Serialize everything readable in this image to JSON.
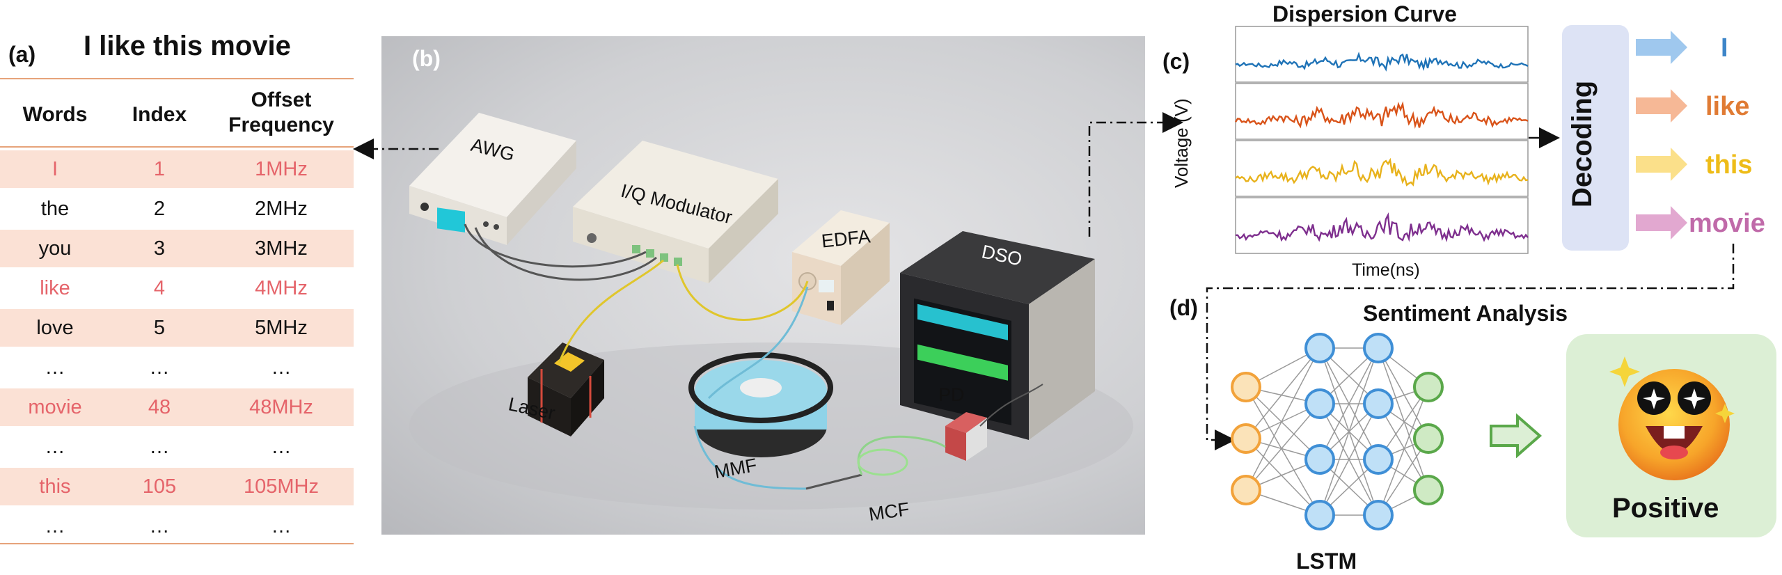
{
  "panel_labels": {
    "a": "(a)",
    "b": "(b)",
    "c": "(c)",
    "d": "(d)"
  },
  "panel_a": {
    "title": "I like this movie",
    "headers": [
      "Words",
      "Index",
      "Offset\nFrequency"
    ],
    "rows": [
      {
        "word": "I",
        "index": "1",
        "freq": "1MHz",
        "highlight": true,
        "red": true
      },
      {
        "word": "the",
        "index": "2",
        "freq": "2MHz",
        "highlight": false,
        "red": false
      },
      {
        "word": "you",
        "index": "3",
        "freq": "3MHz",
        "highlight": true,
        "red": false
      },
      {
        "word": "like",
        "index": "4",
        "freq": "4MHz",
        "highlight": false,
        "red": true
      },
      {
        "word": "love",
        "index": "5",
        "freq": "5MHz",
        "highlight": true,
        "red": false
      },
      {
        "word": "…",
        "index": "…",
        "freq": "…",
        "highlight": false,
        "red": false
      },
      {
        "word": "movie",
        "index": "48",
        "freq": "48MHz",
        "highlight": true,
        "red": true
      },
      {
        "word": "…",
        "index": "…",
        "freq": "…",
        "highlight": false,
        "red": false
      },
      {
        "word": "this",
        "index": "105",
        "freq": "105MHz",
        "highlight": true,
        "red": true
      },
      {
        "word": "…",
        "index": "…",
        "freq": "…",
        "highlight": false,
        "red": false
      }
    ]
  },
  "panel_b": {
    "devices": {
      "awg": "AWG",
      "iq_modulator": "I/Q Modulator",
      "edfa": "EDFA",
      "dso": "DSO",
      "laser": "Laser",
      "pd": "PD",
      "mmf": "MMF",
      "mcf": "MCF"
    }
  },
  "panel_c": {
    "title": "Dispersion Curve",
    "ylabel": "Voltage (V)",
    "xlabel": "Time(ns)",
    "decoding": "Decoding",
    "trace_colors": [
      "#1f73b7",
      "#d95319",
      "#e8b21c",
      "#7e2f8e"
    ],
    "words": [
      {
        "text": "I",
        "color": "#3e86c9",
        "arrow": "#9fc8ee"
      },
      {
        "text": "like",
        "color": "#e07b34",
        "arrow": "#f6b896"
      },
      {
        "text": "this",
        "color": "#eebc18",
        "arrow": "#fbe08a"
      },
      {
        "text": "movie",
        "color": "#c06aa9",
        "arrow": "#e2a8d0"
      }
    ]
  },
  "panel_d": {
    "title": "Sentiment Analysis",
    "model": "LSTM",
    "result": "Positive",
    "colors": {
      "input": "#f2a23a",
      "hidden": "#3f8fd6",
      "output": "#5aa84a",
      "arrow": "#7cc06c"
    }
  }
}
